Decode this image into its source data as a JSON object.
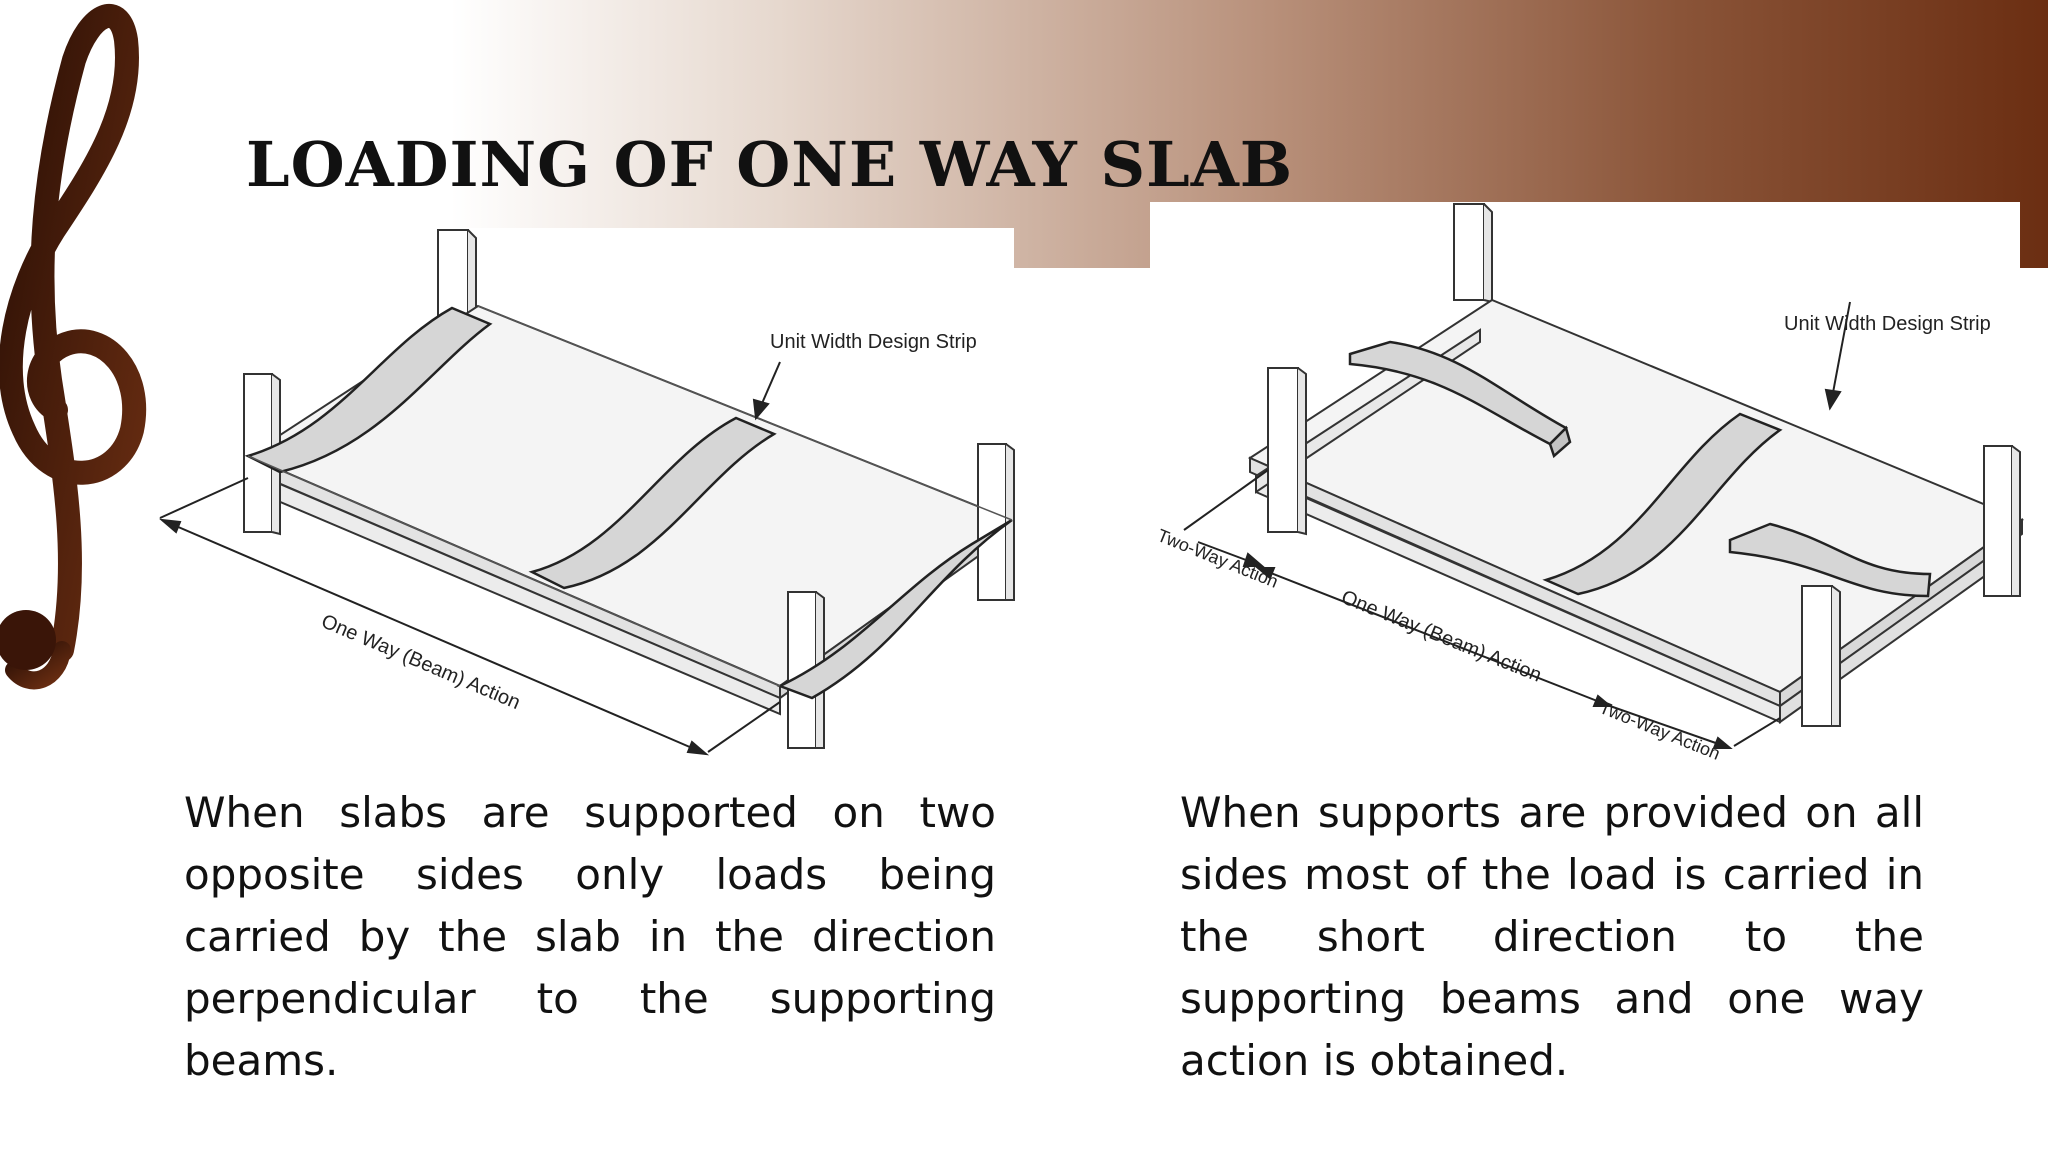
{
  "slide": {
    "title": "LOADING OF ONE WAY SLAB",
    "colors": {
      "banner_dark": "#6b2e12",
      "clef": "#4a1e0c",
      "text": "#111111"
    }
  },
  "figures": {
    "left": {
      "strip_label": "Unit Width Design Strip",
      "span_label": "One Way (Beam) Action"
    },
    "right": {
      "strip_label": "Unit Width Design Strip",
      "two_way_label_1": "Two-Way Action",
      "span_label": "One Way (Beam) Action",
      "two_way_label_2": "Two-Way Action"
    }
  },
  "paragraphs": {
    "left": "When slabs are supported on two opposite sides only loads being carried by the slab in the direction perpendicular to the supporting beams.",
    "right": "When  supports are provided on all sides most of the load is carried in the short direction to the supporting beams and one way action is  obtained."
  },
  "decor": {
    "clef_icon": "treble-clef-icon"
  }
}
